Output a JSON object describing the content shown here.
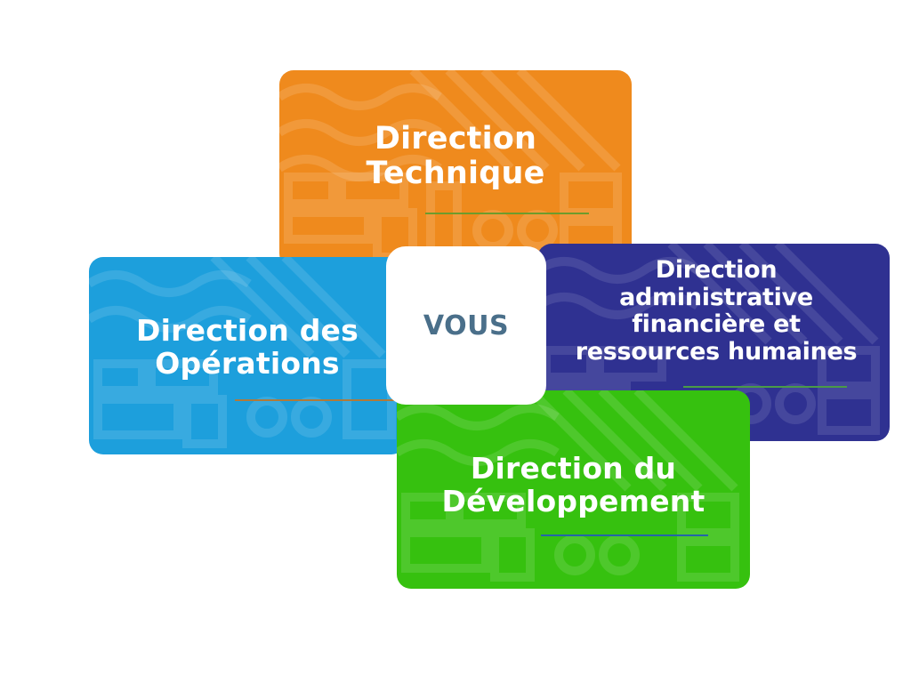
{
  "diagram": {
    "center": {
      "label": "VOUS",
      "color": "#4a6f8a"
    },
    "cards": [
      {
        "id": "technique",
        "lines": [
          "Direction",
          "Technique"
        ],
        "color": "#ef8a1d"
      },
      {
        "id": "operations",
        "lines": [
          "Direction des",
          "Opérations"
        ],
        "color": "#1d9fdc"
      },
      {
        "id": "administrative",
        "lines": [
          "Direction",
          "administrative",
          "financière et",
          "ressources humaines"
        ],
        "color": "#2f3191"
      },
      {
        "id": "developpement",
        "lines": [
          "Direction du",
          "Développement"
        ],
        "color": "#36c10f"
      }
    ]
  }
}
